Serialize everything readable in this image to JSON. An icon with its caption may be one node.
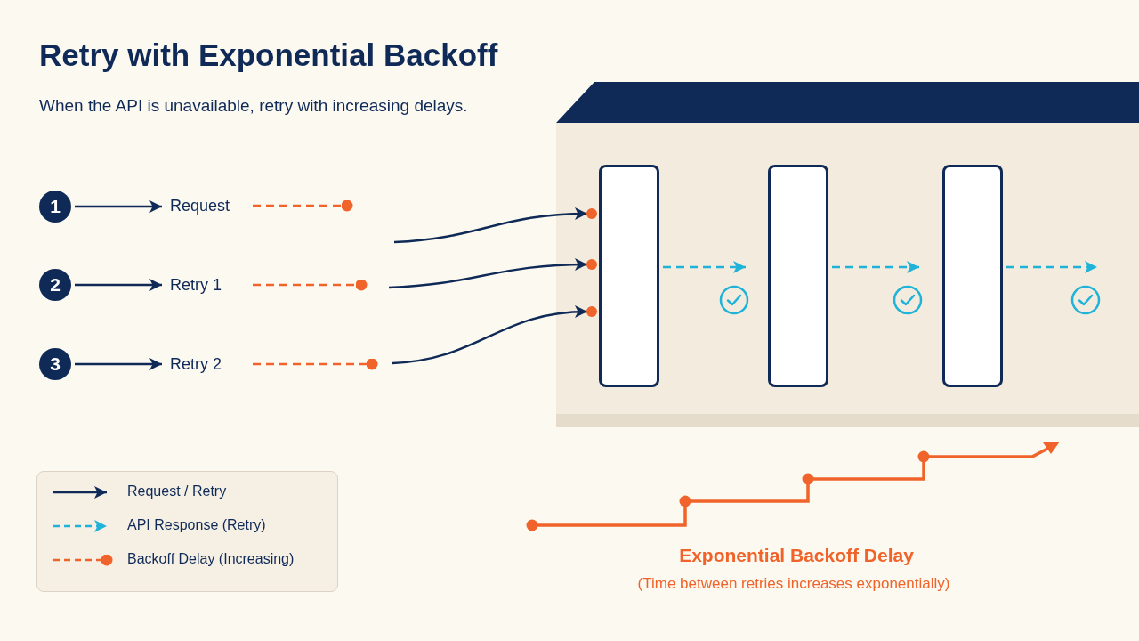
{
  "diagram": {
    "title": "Retry with Exponential Backoff",
    "caption": "When the API is unavailable, retry with increasing delays.",
    "nodes": [
      {
        "text": [
          "1"
        ]
      },
      {
        "text": [
          "Request"
        ]
      },
      {
        "text": [
          "2"
        ]
      },
      {
        "text": [
          "Retry 1"
        ]
      },
      {
        "text": [
          "3"
        ]
      },
      {
        "text": [
          "Retry 2"
        ]
      },
      {
        "text": [],
        "shape": "box"
      },
      {
        "text": [],
        "shape": "box",
        "in": 6
      },
      {
        "text": [],
        "shape": "box",
        "in": 6
      },
      {
        "text": [],
        "shape": "box",
        "in": 6
      },
      {
        "text": [],
        "shape": "circle",
        "in": 6
      },
      {
        "text": [],
        "shape": "circle",
        "in": 6
      },
      {
        "text": [],
        "shape": "circle",
        "in": 6
      }
    ],
    "edges": [
      {
        "from": 0,
        "to": 1,
        "arrow": "to"
      },
      {
        "from": 2,
        "to": 3,
        "arrow": "to"
      },
      {
        "from": 4,
        "to": 5,
        "arrow": "to"
      },
      {
        "from": 1,
        "to": null,
        "arrow": "other",
        "style": "dashed",
        "color": "#f0632a"
      },
      {
        "from": 3,
        "to": null,
        "arrow": "other",
        "style": "dashed",
        "color": "#f0632a"
      },
      {
        "from": 5,
        "to": null,
        "arrow": "other",
        "style": "dashed",
        "color": "#f0632a"
      },
      {
        "from": null,
        "to": 7,
        "arrow": "to"
      },
      {
        "from": null,
        "to": 7,
        "arrow": "to"
      },
      {
        "from": null,
        "to": 7,
        "arrow": "to"
      },
      {
        "from": 7,
        "to": 10,
        "arrow": "to",
        "style": "dashed",
        "color": "#1fb3d9"
      },
      {
        "from": 8,
        "to": 11,
        "arrow": "to",
        "style": "dashed",
        "color": "#1fb3d9"
      },
      {
        "from": 9,
        "to": 12,
        "arrow": "to",
        "style": "dashed",
        "color": "#1fb3d9"
      }
    ],
    "labels": [
      "Exponential Backoff Delay",
      "(Time between retries increases exponentially)"
    ],
    "legend": [
      {
        "text": "Request / Retry"
      },
      {
        "text": "API Response (Retry)"
      },
      {
        "text": "Backoff Delay (Increasing)"
      }
    ]
  }
}
